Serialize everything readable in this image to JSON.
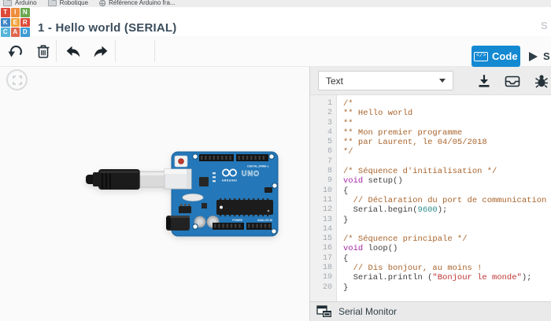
{
  "browser_bar": {
    "bookmarks": [
      {
        "label": "Arduino",
        "icon": "folder"
      },
      {
        "label": "Robotique",
        "icon": "folder"
      },
      {
        "label": "Référence Arduino fra...",
        "icon": "globe"
      }
    ]
  },
  "header": {
    "logo_tiles": [
      {
        "letter": "T",
        "color": "#dd4a3a"
      },
      {
        "letter": "I",
        "color": "#ef8e3c"
      },
      {
        "letter": "N",
        "color": "#6aa84f"
      },
      {
        "letter": "K",
        "color": "#3d85c6"
      },
      {
        "letter": "E",
        "color": "#f1a43c"
      },
      {
        "letter": "R",
        "color": "#dd4a3a"
      },
      {
        "letter": "C",
        "color": "#55b4d9"
      },
      {
        "letter": "A",
        "color": "#e06650"
      },
      {
        "letter": "D",
        "color": "#3d9bd5"
      }
    ],
    "title": "1 - Hello world (SERIAL)",
    "right_hint": "S"
  },
  "toolbar": {
    "code_button_icon": "</>",
    "code_button_label": "Code",
    "start_button_label": "S"
  },
  "board": {
    "name": "Arduino Uno R3",
    "labels": {
      "digital": "DIGITAL (PWM~)",
      "power": "POWER",
      "analog": "ANALOG IN",
      "brand": "ARDUINO",
      "model": "UNO"
    }
  },
  "code_panel": {
    "mode_select_value": "Text",
    "serial_monitor_label": "Serial Monitor",
    "lines": [
      {
        "n": 1,
        "seg": [
          [
            "c",
            "/*"
          ]
        ]
      },
      {
        "n": 2,
        "seg": [
          [
            "c",
            "** Hello world"
          ]
        ]
      },
      {
        "n": 3,
        "seg": [
          [
            "c",
            "**"
          ]
        ]
      },
      {
        "n": 4,
        "seg": [
          [
            "c",
            "** Mon premier programme"
          ]
        ]
      },
      {
        "n": 5,
        "seg": [
          [
            "c",
            "** par Laurent, le 04/05/2018"
          ]
        ]
      },
      {
        "n": 6,
        "seg": [
          [
            "c",
            "*/"
          ]
        ]
      },
      {
        "n": 7,
        "seg": []
      },
      {
        "n": 8,
        "seg": [
          [
            "c",
            "/* Séquence d'initialisation */"
          ]
        ]
      },
      {
        "n": 9,
        "seg": [
          [
            "k",
            "void"
          ],
          [
            "p",
            " setup()"
          ]
        ]
      },
      {
        "n": 10,
        "seg": [
          [
            "p",
            "{"
          ]
        ]
      },
      {
        "n": 11,
        "seg": [
          [
            "p",
            "  "
          ],
          [
            "c",
            "// Déclaration du port de communication"
          ]
        ]
      },
      {
        "n": 12,
        "seg": [
          [
            "p",
            "  Serial.begin("
          ],
          [
            "n",
            "9600"
          ],
          [
            "p",
            ");"
          ]
        ]
      },
      {
        "n": 13,
        "seg": [
          [
            "p",
            "}"
          ]
        ]
      },
      {
        "n": 14,
        "seg": []
      },
      {
        "n": 15,
        "seg": [
          [
            "c",
            "/* Séquence principale */"
          ]
        ]
      },
      {
        "n": 16,
        "seg": [
          [
            "k",
            "void"
          ],
          [
            "p",
            " loop()"
          ]
        ]
      },
      {
        "n": 17,
        "seg": [
          [
            "p",
            "{"
          ]
        ]
      },
      {
        "n": 18,
        "seg": [
          [
            "p",
            "  "
          ],
          [
            "c",
            "// Dis bonjour, au moins !"
          ]
        ]
      },
      {
        "n": 19,
        "seg": [
          [
            "p",
            "  Serial.println ("
          ],
          [
            "s",
            "\"Bonjour le monde\""
          ],
          [
            "p",
            ");"
          ]
        ]
      },
      {
        "n": 20,
        "seg": [
          [
            "p",
            "}"
          ]
        ]
      }
    ]
  },
  "colors": {
    "accent_blue": "#1389d2",
    "board_blue": "#2477b8",
    "syntax_comment": "#a9642c",
    "syntax_keyword": "#a626a4",
    "syntax_number": "#2f8c8c",
    "syntax_string": "#c13535"
  }
}
